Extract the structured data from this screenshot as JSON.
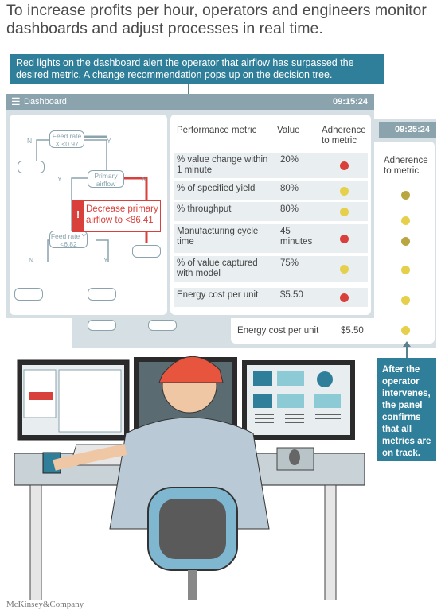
{
  "headline": "To increase profits per hour, operators and engineers monitor dashboards and adjust processes in real time.",
  "callout_top": "Red lights on the dashboard alert the operator that airflow has surpassed the desired metric. A change recommendation pops up on the decision tree.",
  "callout_right": "After the operator intervenes, the panel confirms that all metrics are on track.",
  "brand": "McKinsey&Company",
  "colors": {
    "accent": "#2f7f9a",
    "red": "#d9403b",
    "yellow": "#e6cf4a",
    "panel": "#8aa3ad"
  },
  "front_dashboard": {
    "menu_icon": "hamburger-icon",
    "title": "Dashboard",
    "time": "09:15:24",
    "headers": {
      "metric": "Performance metric",
      "value": "Value",
      "adherence": "Adherence to metric"
    },
    "rows": [
      {
        "metric": "% value change within 1 minute",
        "value": "20%",
        "status": "red"
      },
      {
        "metric": "% of specified yield",
        "value": "80%",
        "status": "yellow"
      },
      {
        "metric": "% throughput",
        "value": "80%",
        "status": "yellow"
      },
      {
        "metric": "Manufacturing cycle time",
        "value": "45 minutes",
        "status": "red"
      },
      {
        "metric": "% of value captured with model",
        "value": "75%",
        "status": "yellow"
      },
      {
        "metric": "Energy cost per unit",
        "value": "$5.50",
        "status": "red"
      }
    ],
    "tree": {
      "feed_rate_top": "Feed rate X <0.97",
      "primary_airflow": "Primary airflow",
      "feed_rate_bottom": "Feed rate Y <6.82",
      "yes": "Y",
      "no": "N",
      "alert_mark": "!",
      "alert": "Decrease primary airflow to <86.41"
    }
  },
  "back_dashboard": {
    "time": "09:25:24",
    "adherence_header": "Adherence to metric",
    "last_metric": "Energy cost per unit",
    "last_value": "$5.50",
    "statuses": [
      "yellow-hatched",
      "yellow",
      "yellow-hatched",
      "yellow",
      "yellow",
      "yellow"
    ]
  }
}
